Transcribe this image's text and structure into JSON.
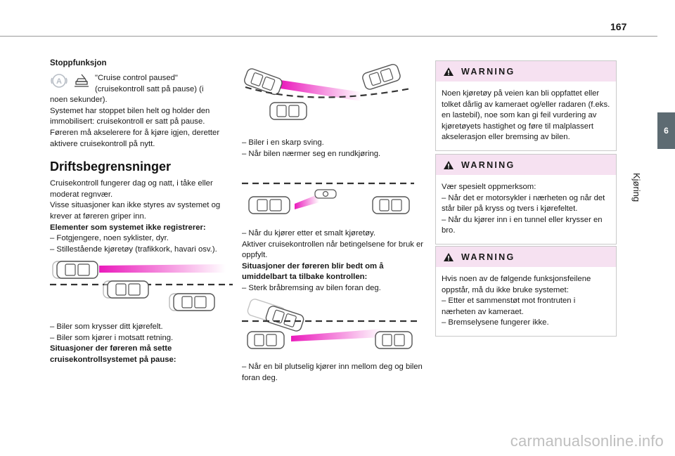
{
  "page": {
    "number": "167",
    "section_tab": "6",
    "section_label": "Kjøring"
  },
  "col1": {
    "stop_heading": "Stoppfunksjon",
    "stop_text_first": "\"Cruise control paused\"",
    "stop_text_rest1": "(cruisekontroll satt på pause) (i",
    "stop_text_rest2": "noen sekunder).",
    "stop_para2": "Systemet har stoppet bilen helt og holder den immobilisert: cruisekontroll er satt på pause.",
    "stop_para3": "Føreren må akselerere for å kjøre igjen, deretter aktivere cruisekontroll på nytt.",
    "limits_heading": "Driftsbegrensninger",
    "limits_para1": "Cruisekontroll fungerer dag og natt, i tåke eller moderat regnvær.",
    "limits_para2": "Visse situasjoner kan ikke styres av systemet og krever at føreren griper inn.",
    "not_registered_heading": "Elementer som systemet ikke registrerer:",
    "nr_item1": "–  Fotgjengere, noen syklister, dyr.",
    "nr_item2": "–  Stillestående kjøretøy (trafikkork, havari osv.).",
    "crossing_item1": "–  Biler som krysser ditt kjørefelt.",
    "crossing_item2": "–  Biler som kjører i motsatt retning.",
    "pause_heading": "Situasjoner der føreren må sette cruisekontrollsystemet på pause:"
  },
  "col2": {
    "curve_item1": "–  Biler i en skarp sving.",
    "curve_item2": "–  Når bilen nærmer seg en rundkjøring.",
    "narrow_item1": "–  Når du kjører etter et smalt kjøretøy.",
    "narrow_para": "Aktiver cruisekontrollen når betingelsene for bruk er oppfylt.",
    "takeback_heading": "Situasjoner der føreren blir bedt om å umiddelbart ta tilbake kontrollen:",
    "takeback_item1": "–  Sterk bråbremsing av bilen foran deg.",
    "cutin_item1": "–  Når en bil plutselig kjører inn mellom deg og bilen foran deg."
  },
  "warnings": [
    {
      "title": "WARNING",
      "body": "Noen kjøretøy på veien kan bli oppfattet eller tolket dårlig av kameraet og/eller radaren (f.eks. en lastebil), noe som kan gi feil vurdering av kjøretøyets hastighet og føre til malplassert akselerasjon eller bremsing av bilen."
    },
    {
      "title": "WARNING",
      "lines": [
        "Vær spesielt oppmerksom:",
        "–  Når det er motorsykler i nærheten og når det står biler på kryss og tvers i kjørefeltet.",
        "–  Når du kjører inn i en tunnel eller krysser en bro."
      ]
    },
    {
      "title": "WARNING",
      "lines": [
        "Hvis noen av de følgende funksjonsfeilene oppstår, må du ikke bruke systemet:",
        "–  Etter et sammenstøt mot frontruten i nærheten av kameraet.",
        "–  Bremselysene fungerer ikke."
      ]
    }
  ],
  "watermark": "carmanualsonline.info",
  "colors": {
    "warning_header": "#f6e1f1",
    "tab": "#5d6b72",
    "beam": "#e800b4"
  }
}
